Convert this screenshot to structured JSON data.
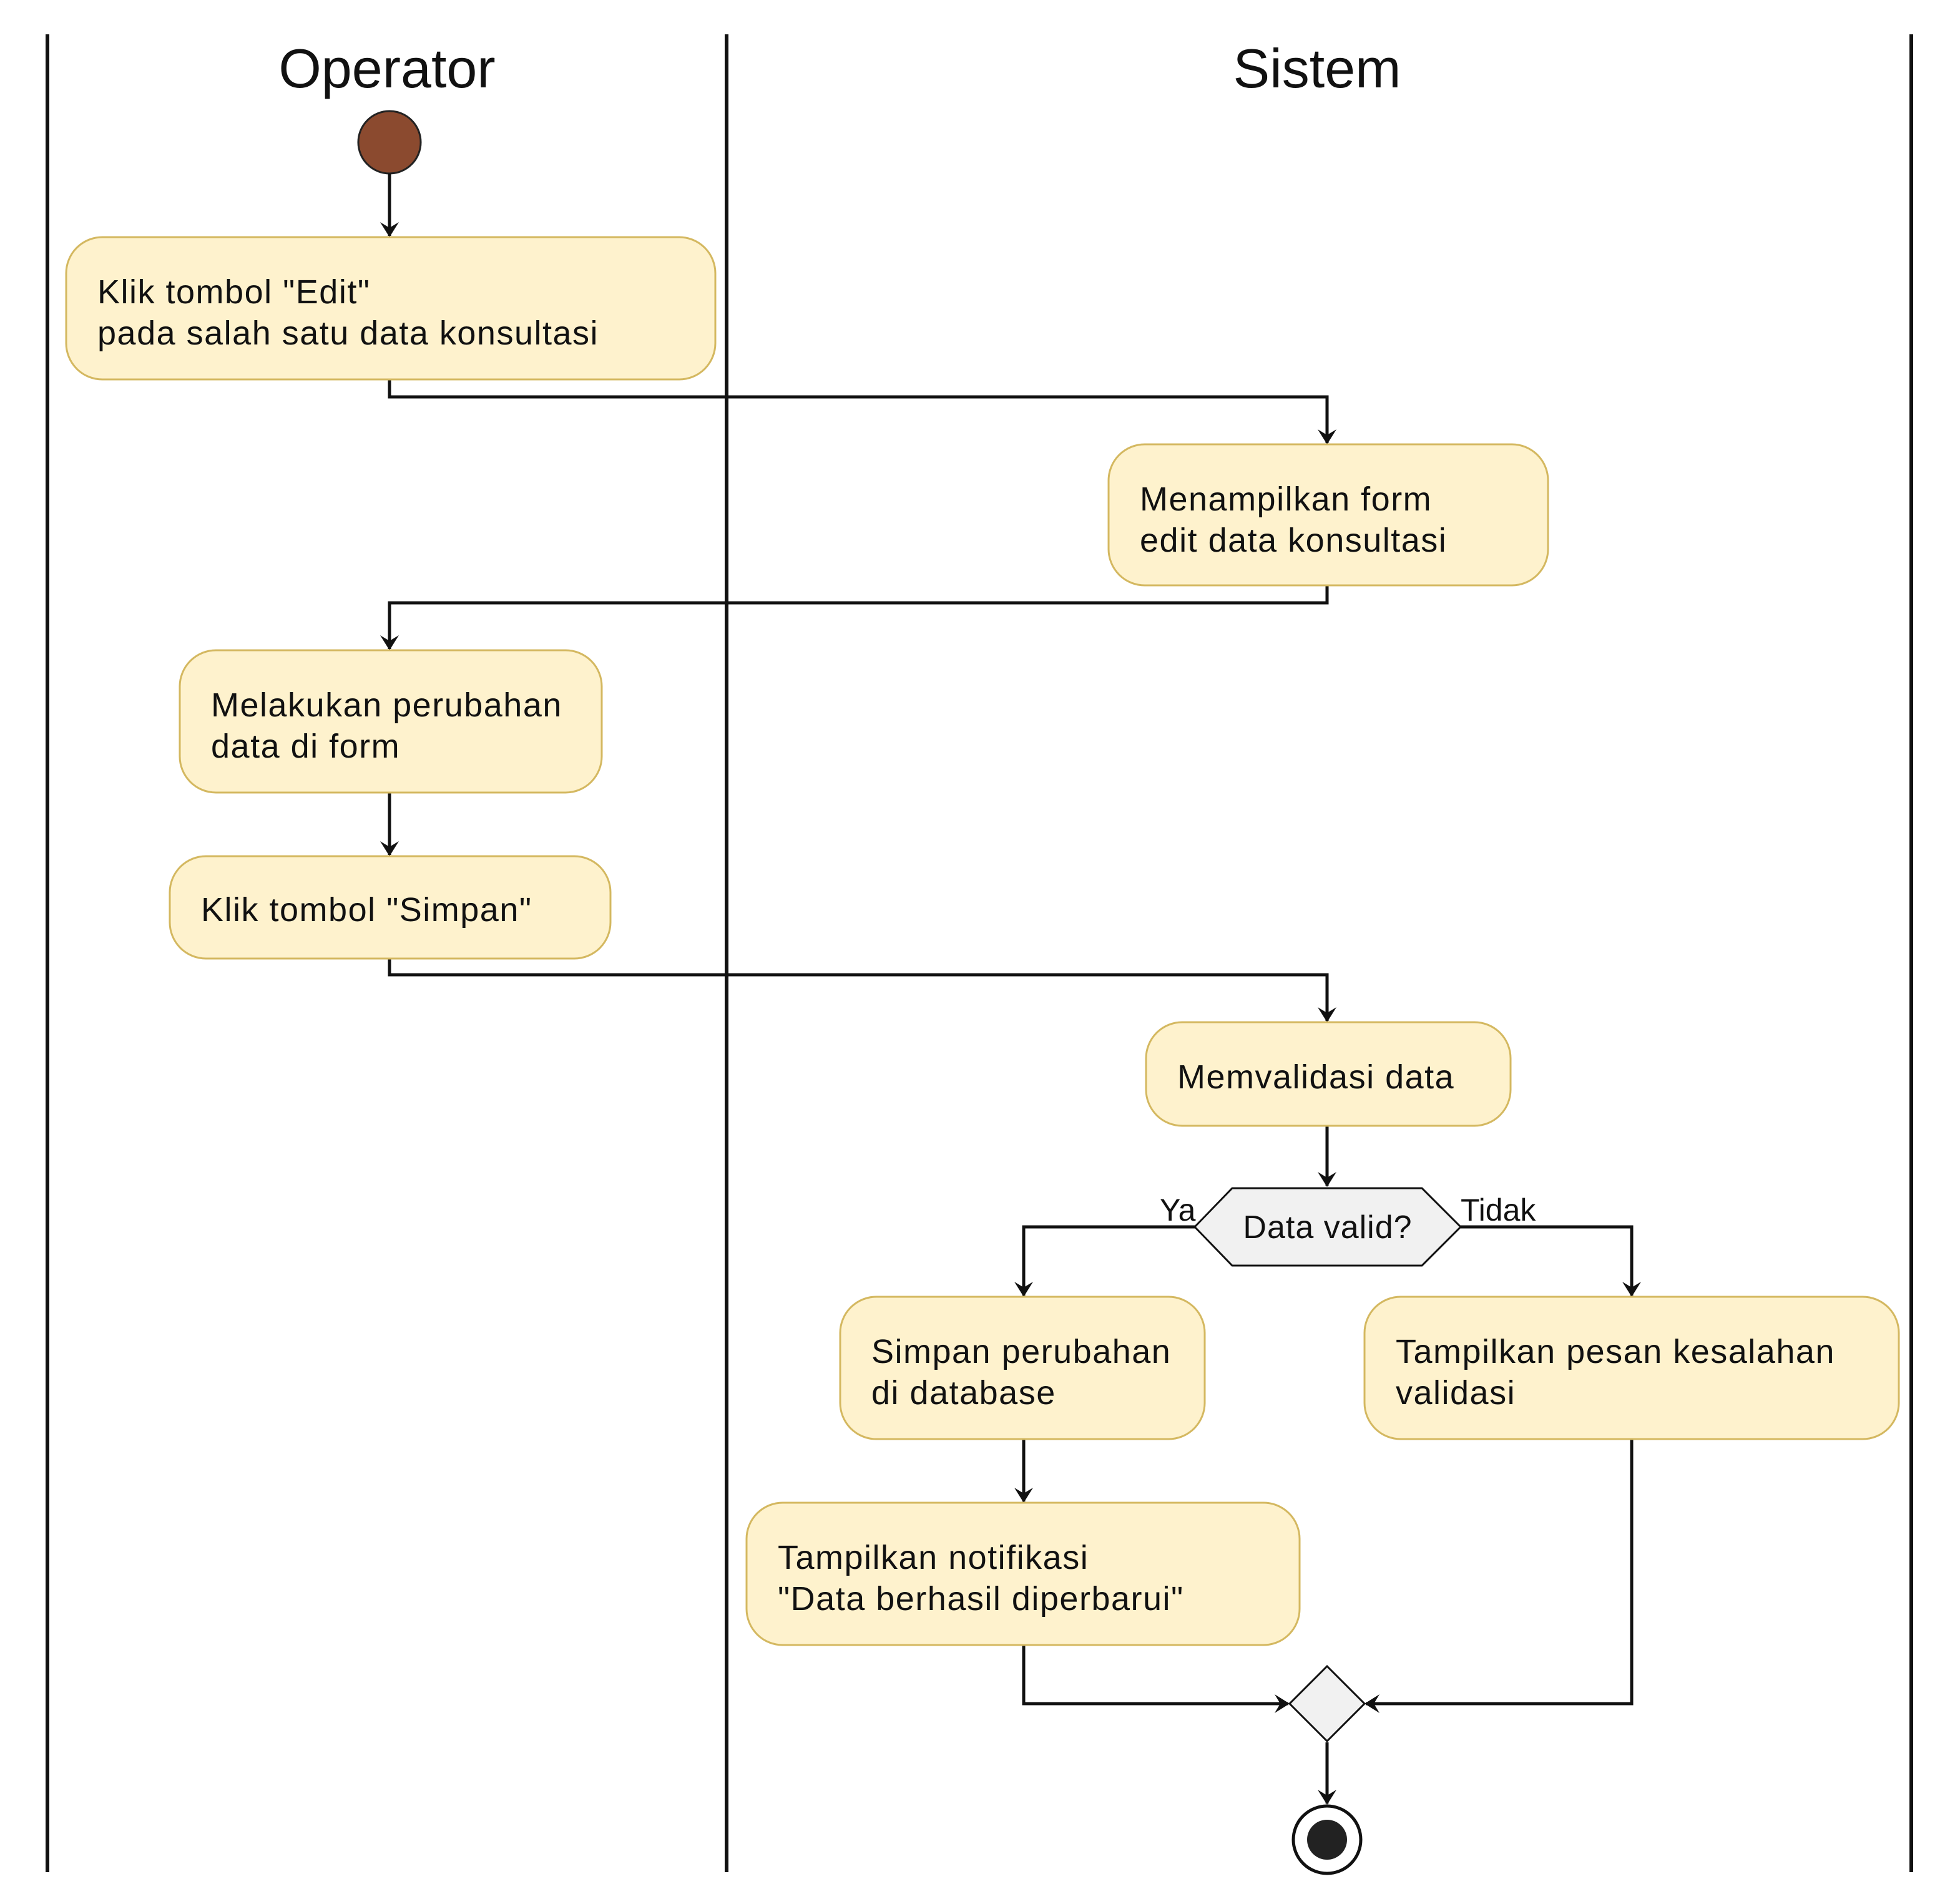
{
  "diagram": {
    "type": "uml-activity-swimlane",
    "lanes": [
      {
        "id": "operator",
        "title": "Operator"
      },
      {
        "id": "sistem",
        "title": "Sistem"
      }
    ],
    "activities": [
      {
        "id": "a1",
        "lines": [
          "Klik tombol \"Edit\"",
          "pada salah satu data konsultasi"
        ]
      },
      {
        "id": "a2",
        "lines": [
          "Menampilkan form",
          "edit data konsultasi"
        ]
      },
      {
        "id": "a3",
        "lines": [
          "Melakukan perubahan",
          "data di form"
        ]
      },
      {
        "id": "a4",
        "lines": [
          "Klik tombol \"Simpan\""
        ]
      },
      {
        "id": "a5",
        "lines": [
          "Memvalidasi data"
        ]
      },
      {
        "id": "a6",
        "lines": [
          "Simpan perubahan",
          "di database"
        ]
      },
      {
        "id": "a7",
        "lines": [
          "Tampilkan notifikasi",
          "\"Data berhasil diperbarui\""
        ]
      },
      {
        "id": "a8",
        "lines": [
          "Tampilkan pesan kesalahan",
          "validasi"
        ]
      }
    ],
    "decision": {
      "label": "Data valid?",
      "yes_label": "Ya",
      "no_label": "Tidak"
    },
    "colors": {
      "start_node": "#8B4A2F",
      "activity_fill": "#FEF2CD",
      "activity_border": "#D4B860",
      "decision_fill": "#F1F1F1",
      "line": "#111111"
    }
  }
}
